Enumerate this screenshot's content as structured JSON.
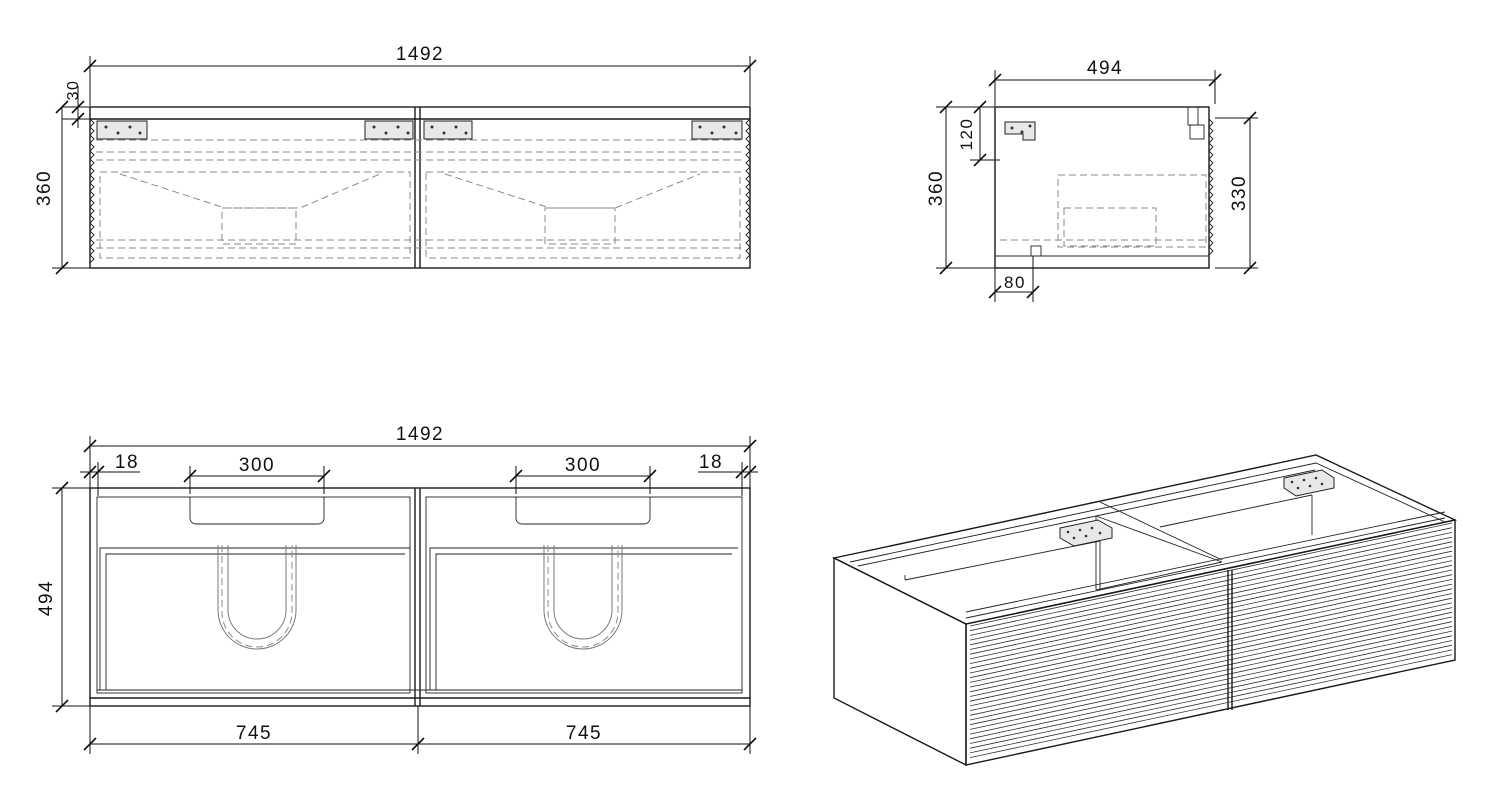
{
  "colors": {
    "line": "#111111",
    "hidden": "#8a8a8a",
    "bracket_fill": "#e8e8e8"
  },
  "views": {
    "front": {
      "width": "1492",
      "top_thickness": "30",
      "height": "360"
    },
    "side": {
      "depth": "494",
      "bracket_height": "120",
      "height": "360",
      "inner_height": "330",
      "rail": "80"
    },
    "plan": {
      "width": "1492",
      "side_left": "18",
      "side_right": "18",
      "basin_left": "300",
      "basin_right": "300",
      "depth": "494",
      "half_left": "745",
      "half_right": "745"
    },
    "iso": {}
  }
}
